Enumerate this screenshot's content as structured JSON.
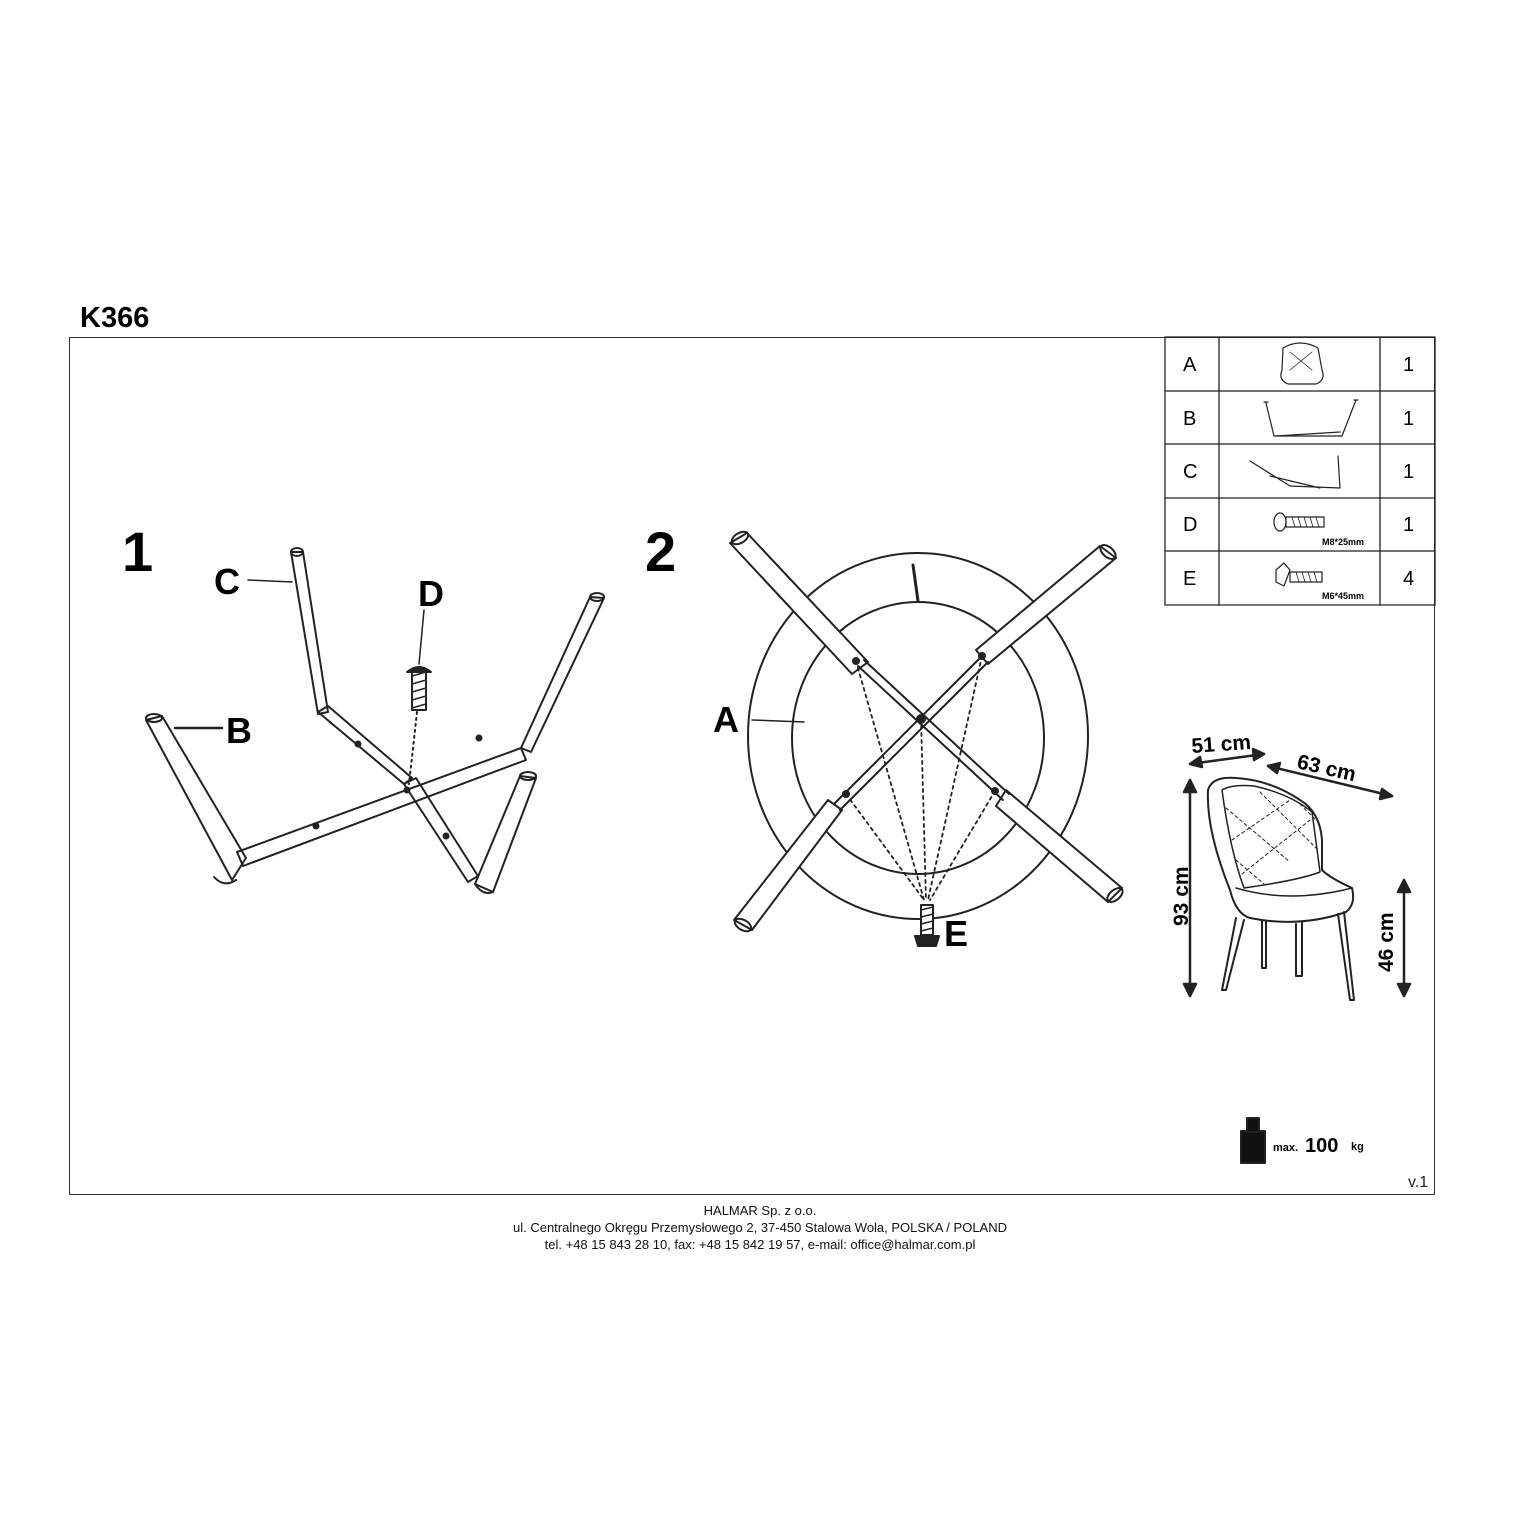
{
  "model": "K366",
  "version": "v.1",
  "steps": {
    "one": "1",
    "two": "2"
  },
  "labels": {
    "A": "A",
    "B": "B",
    "C": "C",
    "D": "D",
    "E": "E"
  },
  "parts_table": [
    {
      "id": "A",
      "icon": "seat-icon",
      "qty": "1",
      "spec": ""
    },
    {
      "id": "B",
      "icon": "leg-frame-icon",
      "qty": "1",
      "spec": ""
    },
    {
      "id": "C",
      "icon": "leg-frame-icon",
      "qty": "1",
      "spec": ""
    },
    {
      "id": "D",
      "icon": "bolt-icon",
      "qty": "1",
      "spec": "M8*25mm"
    },
    {
      "id": "E",
      "icon": "bolt-icon",
      "qty": "4",
      "spec": "M6*45mm"
    }
  ],
  "dimensions": {
    "width": "51 cm",
    "depth": "63 cm",
    "height": "93 cm",
    "seat_height": "46 cm"
  },
  "max_load": {
    "prefix": "max.",
    "value": "100",
    "unit": "kg"
  },
  "footer": {
    "company": "HALMAR Sp. z o.o.",
    "address": "ul. Centralnego Okręgu Przemysłowego 2, 37-450 Stalowa Wola, POLSKA / POLAND",
    "contact": "tel. +48 15 843 28 10, fax: +48 15 842 19 57, e-mail: office@halmar.com.pl"
  }
}
